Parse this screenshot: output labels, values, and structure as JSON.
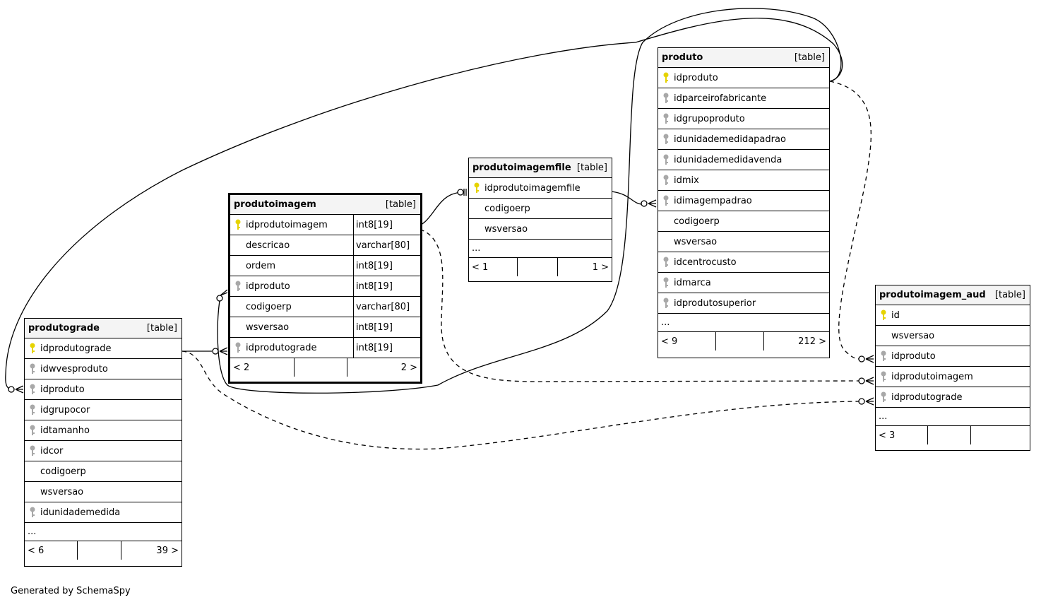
{
  "generated_by": "Generated by SchemaSpy",
  "tables": {
    "produtoimagem": {
      "name": "produtoimagem",
      "kind": "[table]",
      "columns": [
        {
          "name": "idprodutoimagem",
          "type": "int8[19]",
          "key": "primary"
        },
        {
          "name": "descricao",
          "type": "varchar[80]",
          "key": "none"
        },
        {
          "name": "ordem",
          "type": "int8[19]",
          "key": "none"
        },
        {
          "name": "idproduto",
          "type": "int8[19]",
          "key": "foreign"
        },
        {
          "name": "codigoerp",
          "type": "varchar[80]",
          "key": "none"
        },
        {
          "name": "wsversao",
          "type": "int8[19]",
          "key": "none"
        },
        {
          "name": "idprodutograde",
          "type": "int8[19]",
          "key": "foreign"
        }
      ],
      "footer": {
        "parents": "< 2",
        "children": "2 >"
      }
    },
    "produtoimagemfile": {
      "name": "produtoimagemfile",
      "kind": "[table]",
      "columns": [
        {
          "name": "idprodutoimagemfile",
          "key": "primary"
        },
        {
          "name": "codigoerp",
          "key": "none"
        },
        {
          "name": "wsversao",
          "key": "none"
        }
      ],
      "ellipsis": "...",
      "footer": {
        "parents": "< 1",
        "children": "1 >"
      }
    },
    "produto": {
      "name": "produto",
      "kind": "[table]",
      "columns": [
        {
          "name": "idproduto",
          "key": "primary"
        },
        {
          "name": "idparceirofabricante",
          "key": "foreign"
        },
        {
          "name": "idgrupoproduto",
          "key": "foreign"
        },
        {
          "name": "idunidademedidapadrao",
          "key": "foreign"
        },
        {
          "name": "idunidademedidavenda",
          "key": "foreign"
        },
        {
          "name": "idmix",
          "key": "foreign"
        },
        {
          "name": "idimagempadrao",
          "key": "foreign"
        },
        {
          "name": "codigoerp",
          "key": "none"
        },
        {
          "name": "wsversao",
          "key": "none"
        },
        {
          "name": "idcentrocusto",
          "key": "foreign"
        },
        {
          "name": "idmarca",
          "key": "foreign"
        },
        {
          "name": "idprodutosuperior",
          "key": "foreign"
        }
      ],
      "ellipsis": "...",
      "footer": {
        "parents": "< 9",
        "children": "212 >"
      }
    },
    "produtograde": {
      "name": "produtograde",
      "kind": "[table]",
      "columns": [
        {
          "name": "idprodutograde",
          "key": "primary"
        },
        {
          "name": "idwvesproduto",
          "key": "foreign"
        },
        {
          "name": "idproduto",
          "key": "foreign"
        },
        {
          "name": "idgrupocor",
          "key": "foreign"
        },
        {
          "name": "idtamanho",
          "key": "foreign"
        },
        {
          "name": "idcor",
          "key": "foreign"
        },
        {
          "name": "codigoerp",
          "key": "none"
        },
        {
          "name": "wsversao",
          "key": "none"
        },
        {
          "name": "idunidademedida",
          "key": "foreign"
        }
      ],
      "ellipsis": "...",
      "footer": {
        "parents": "< 6",
        "children": "39 >"
      }
    },
    "produtoimagem_aud": {
      "name": "produtoimagem_aud",
      "kind": "[table]",
      "columns": [
        {
          "name": "id",
          "key": "primary"
        },
        {
          "name": "wsversao",
          "key": "none"
        },
        {
          "name": "idproduto",
          "key": "foreign"
        },
        {
          "name": "idprodutoimagem",
          "key": "foreign"
        },
        {
          "name": "idprodutograde",
          "key": "foreign"
        }
      ],
      "ellipsis": "...",
      "footer": {
        "parents": "< 3",
        "children": ""
      }
    }
  },
  "colors": {
    "primary_key": "#e6d300",
    "foreign_key": "#a8a8a8",
    "header_bg": "#f4f4f4"
  }
}
